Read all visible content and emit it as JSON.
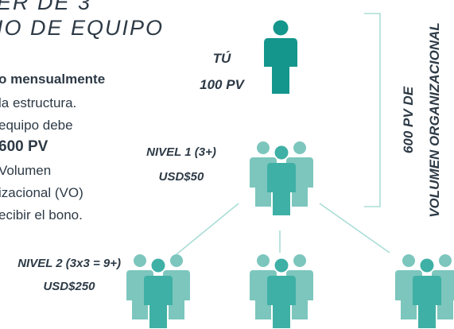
{
  "title": {
    "line1": "ER DE 3",
    "line2": "IO DE EQUIPO"
  },
  "body": {
    "line1": "o mensualmente",
    "line2": "la estructura.",
    "line3": "equipo debe",
    "line4": "600 PV",
    "line5": "Volumen",
    "line6": "izacional (VO)",
    "line7": "ecibir el bono."
  },
  "top_label": {
    "line1": "TÚ",
    "line2": "100 PV"
  },
  "level1_label": {
    "line1": "NIVEL 1 (3+)",
    "line2": "USD$50"
  },
  "level2_label": {
    "line1": "NIVEL 2 (3x3 = 9+)",
    "line2": "USD$250"
  },
  "volume_label": {
    "line1": "600 PV DE",
    "line2": "VOLUMEN ORGANIZACIONAL"
  },
  "colors": {
    "teal_dark": "#14968c",
    "teal_mid": "#3fb0a5",
    "teal_light": "#7cc6bd",
    "line": "#a9ddd6",
    "text": "#2d3a46"
  },
  "icons": {
    "top": "person-icon",
    "group": "group-of-three-people-icon"
  }
}
